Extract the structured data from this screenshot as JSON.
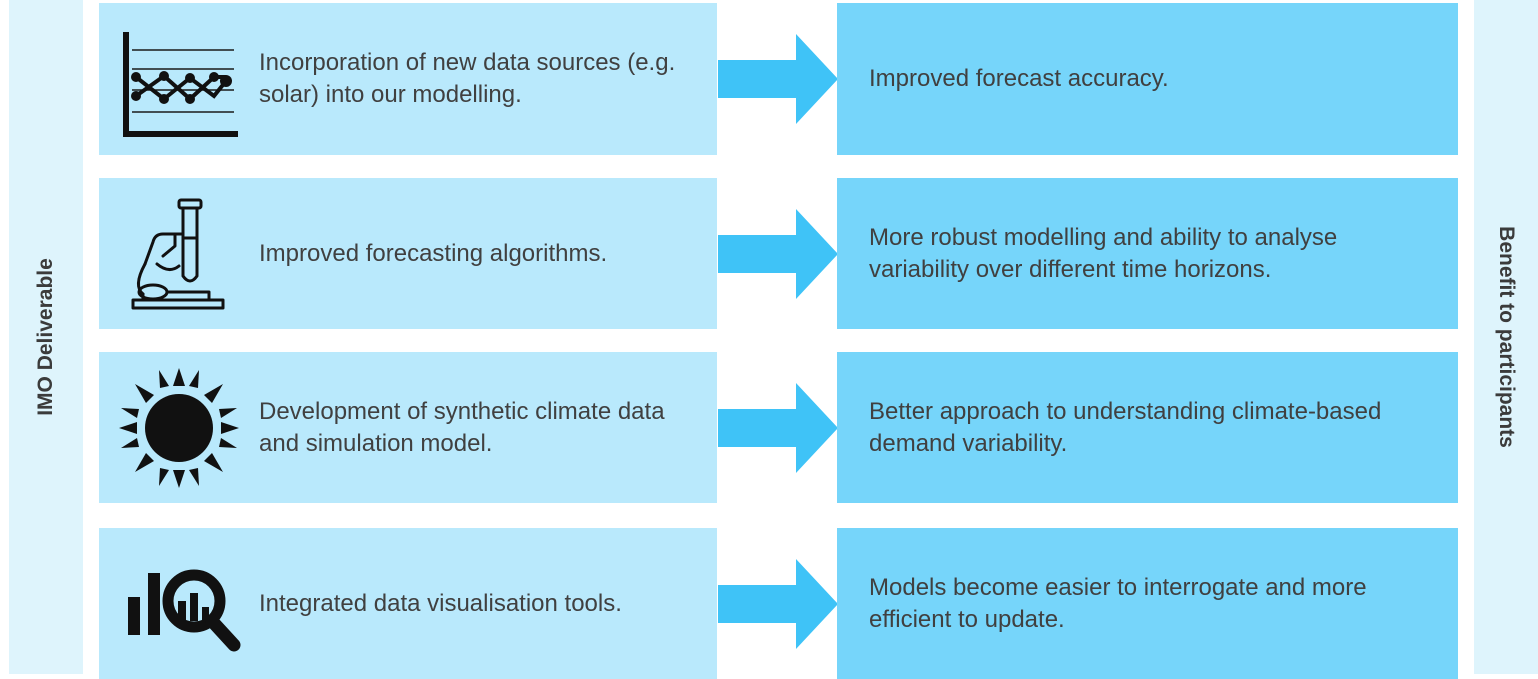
{
  "left_label": "IMO Deliverable",
  "right_label": "Benefit to participants",
  "rows": [
    {
      "icon": "line-chart-icon",
      "deliverable": "Incorporation of new data sources (e.g. solar) into our modelling.",
      "benefit": "Improved forecast accuracy."
    },
    {
      "icon": "microscope-icon",
      "deliverable": "Improved forecasting algorithms.",
      "benefit": "More robust modelling and ability to analyse variability over different time horizons."
    },
    {
      "icon": "sun-icon",
      "deliverable": "Development of synthetic climate data and simulation model.",
      "benefit": "Better approach to understanding climate-based demand variability."
    },
    {
      "icon": "data-visualisation-icon",
      "deliverable": "Integrated data visualisation tools.",
      "benefit": "Models become easier to interrogate and more efficient to update."
    }
  ],
  "colors": {
    "deliverable_box": "#b9e9fc",
    "benefit_box": "#76d5fa",
    "arrow": "#3fc3f7",
    "side_bar": "#def4fc",
    "text": "#404040"
  }
}
